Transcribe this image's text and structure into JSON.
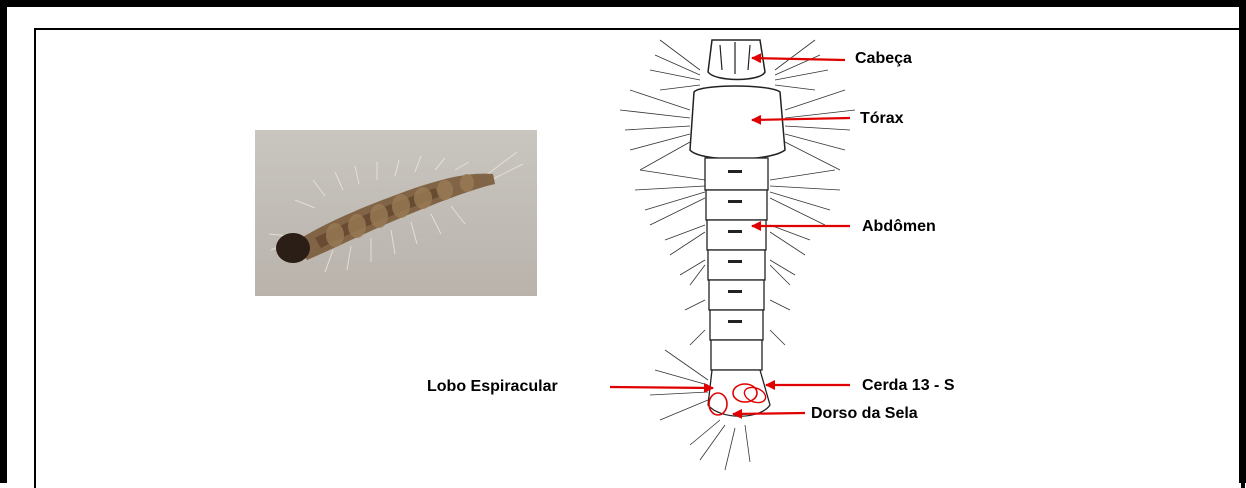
{
  "labels": {
    "cabeca": "Cabeça",
    "torax": "Tórax",
    "abdomen": "Abdômen",
    "lobo_espiracular": "Lobo Espiracular",
    "cerda": "Cerda 13 - S",
    "dorso_sela": "Dorso da Sela"
  },
  "colors": {
    "arrow": "#e00000",
    "frame": "#000000",
    "photo_background": "#c4bfb8",
    "larva_body": "#7a5a3a",
    "larva_head": "#2a1e16"
  }
}
